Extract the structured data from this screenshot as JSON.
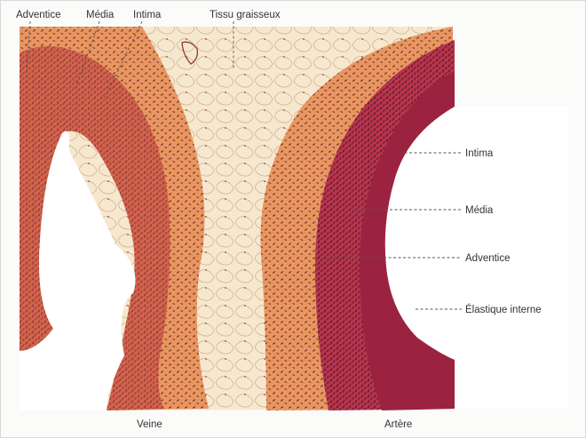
{
  "labels": {
    "adventice_left": "Adventice",
    "media_left": "Média",
    "intima_left": "Intima",
    "tissu": "Tissu graisseux",
    "intima_right": "Intima",
    "media_right": "Média",
    "adventice_right": "Adventice",
    "elastique": "Élastique interne",
    "veine": "Veine",
    "artere": "Artère"
  },
  "colors": {
    "fat": "#f6e8cf",
    "fat_cell_edge": "#c9a98a",
    "adventice": "#e9965e",
    "media_vein": "#d05a48",
    "media_artery": "#b8344a",
    "intima": "#9c2340",
    "nuclei": "#4a1f3a",
    "lumen": "#ffffff"
  }
}
